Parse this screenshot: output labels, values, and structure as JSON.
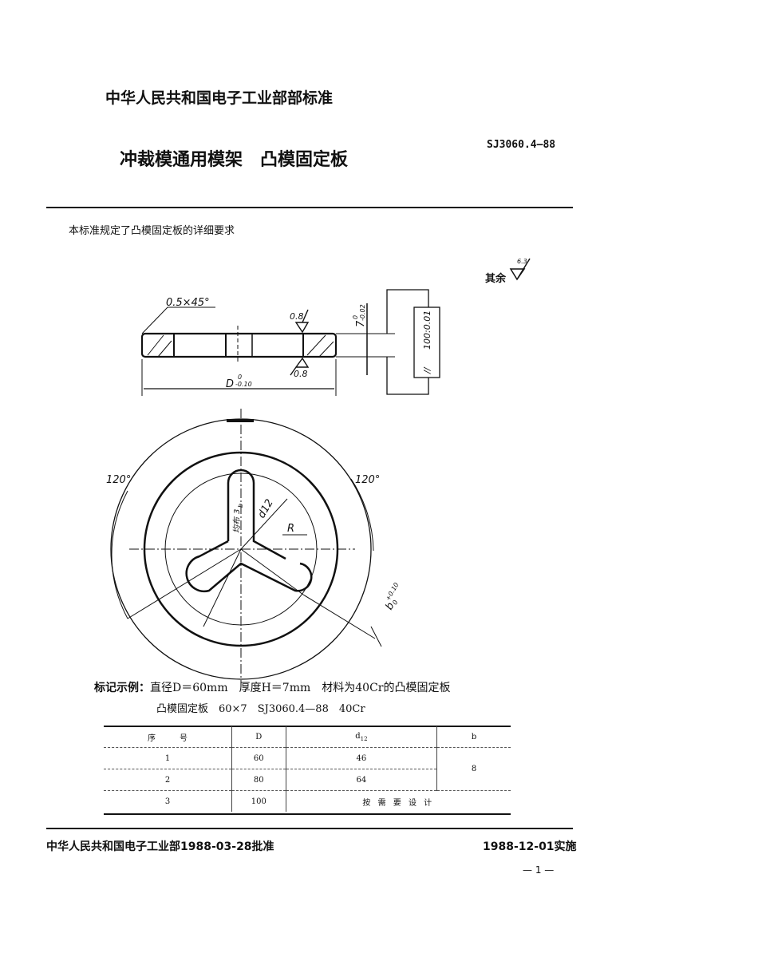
{
  "header": {
    "ministry_standard": "中华人民共和国电子工业部部标准",
    "title": "冲裁模通用模架　凸模固定板",
    "standard_code": "SJ3060.4—88"
  },
  "intro": "本标准规定了凸模固定板的详细要求",
  "drawing": {
    "roughness_rest": "其余",
    "roughness_rest_value": "6.3",
    "chamfer": "0.5×45°",
    "roughness_top": "0.8",
    "roughness_bottom": "0.8",
    "thickness": "7",
    "thickness_tol_upper": "0",
    "thickness_tol_lower": "-0.02",
    "parallelism_symbol": "//",
    "parallelism_value": "100:0.01",
    "diameter": "D",
    "diameter_tol_upper": "0",
    "diameter_tol_lower": "-0.10",
    "angle_left": "120°",
    "angle_right": "120°",
    "uniform_label": "均布",
    "slot_count": "3",
    "slot_letter": "b",
    "d12": "d12",
    "radius": "R",
    "slot_width": "b",
    "slot_tol_upper": "+0.10",
    "slot_tol_lower": "0"
  },
  "example": {
    "label": "标记示例：",
    "line1": "直径D＝60mm　厚度H＝7mm　材料为40Cr的凸模固定板",
    "line2": "凸模固定板　60×7　SJ3060.4—88　40Cr"
  },
  "table": {
    "headers": [
      "序　　　号",
      "D",
      "d12",
      "b"
    ],
    "rows": [
      [
        "1",
        "60",
        "46"
      ],
      [
        "2",
        "80",
        "64"
      ],
      [
        "3",
        "100",
        "按 需 要 设 计"
      ]
    ],
    "b_value": "8"
  },
  "footer": {
    "approval": "中华人民共和国电子工业部1988-03-28批准",
    "effective": "1988-12-01实施",
    "page": "— 1 —"
  }
}
